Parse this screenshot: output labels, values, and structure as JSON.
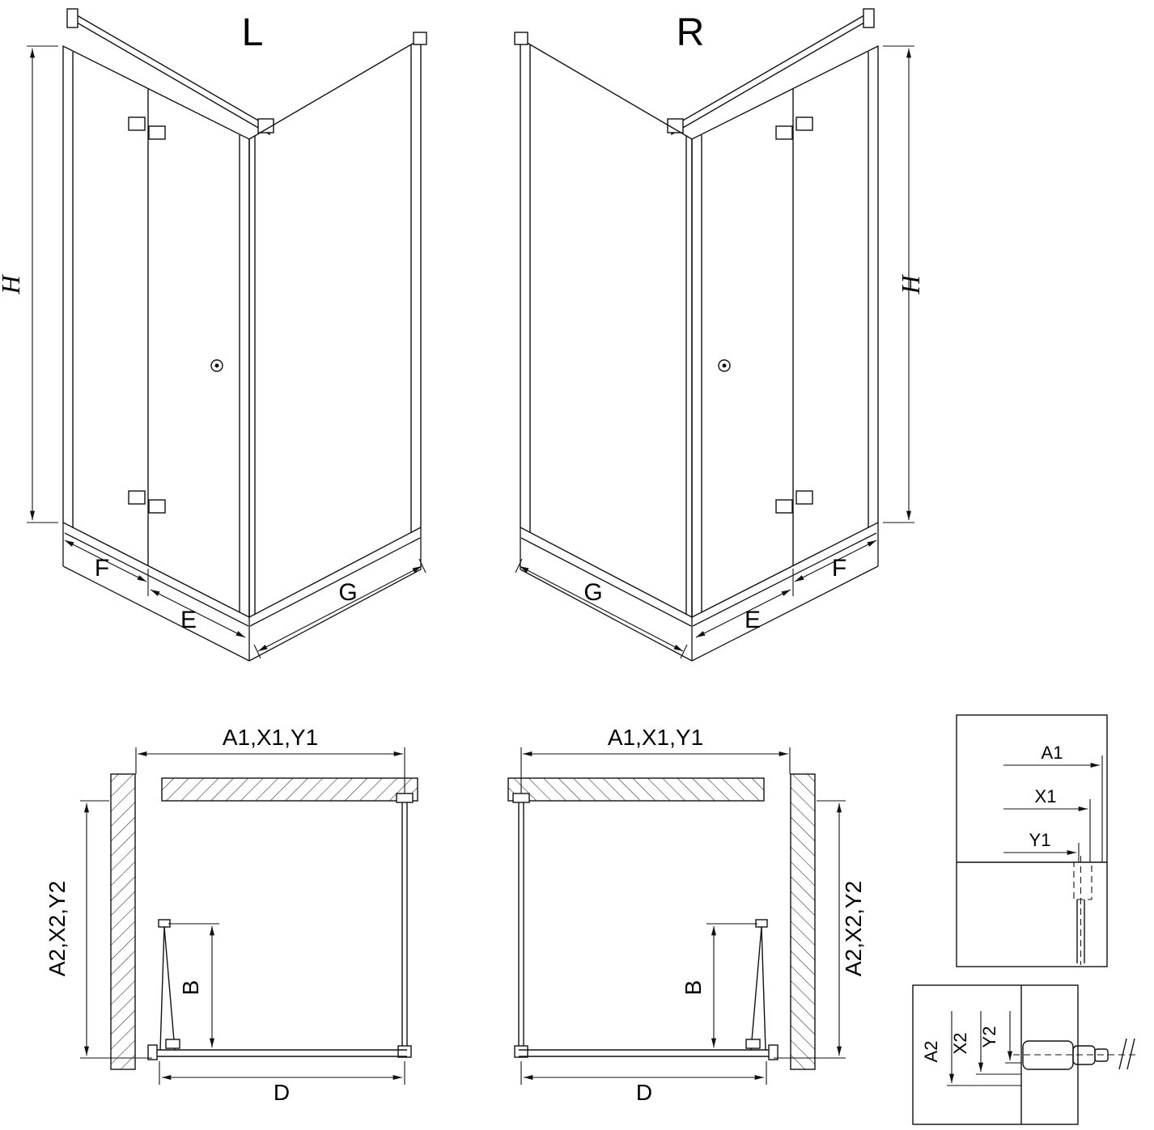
{
  "figure": {
    "left_view": {
      "label": "L"
    },
    "right_view": {
      "label": "R"
    },
    "dims3d": {
      "h": "H",
      "f": "F",
      "e": "E",
      "g": "G"
    },
    "plan": {
      "top": "A1,X1,Y1",
      "side": "A2,X2,Y2",
      "b": "B",
      "d": "D"
    },
    "detail_top": {
      "a1": "A1",
      "x1": "X1",
      "y1": "Y1"
    },
    "detail_bottom": {
      "a2": "A2",
      "x2": "X2",
      "y2": "Y2"
    },
    "colors": {
      "line": "#111111",
      "background": "#ffffff"
    }
  }
}
